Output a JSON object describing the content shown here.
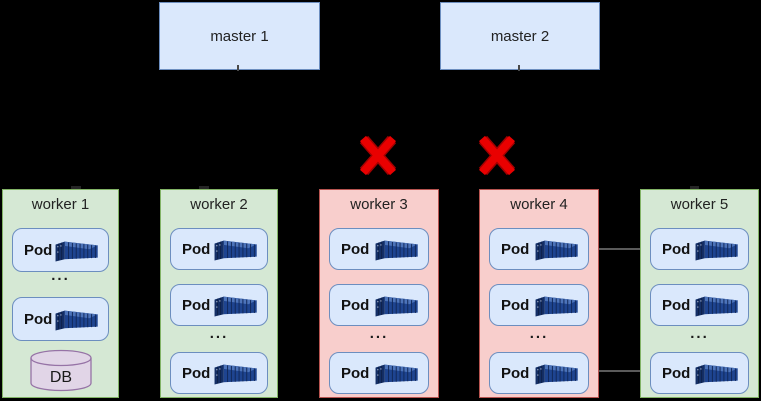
{
  "masters": [
    {
      "label": "master 1"
    },
    {
      "label": "master 2"
    }
  ],
  "ellipsis": "...",
  "workers": [
    {
      "label": "worker 1",
      "status": "healthy",
      "pods": [
        "Pod",
        "Pod"
      ],
      "db": "DB"
    },
    {
      "label": "worker 2",
      "status": "healthy",
      "pods": [
        "Pod",
        "Pod",
        "Pod"
      ]
    },
    {
      "label": "worker 3",
      "status": "failed",
      "pods": [
        "Pod",
        "Pod",
        "Pod"
      ]
    },
    {
      "label": "worker 4",
      "status": "failed",
      "pods": [
        "Pod",
        "Pod",
        "Pod"
      ]
    },
    {
      "label": "worker 5",
      "status": "healthy",
      "pods": [
        "Pod",
        "Pod",
        "Pod"
      ]
    }
  ],
  "icons": {
    "failure": "red-x-icon",
    "pod_runtime": "shipping-container-icon",
    "database": "database-cylinder-icon"
  },
  "colors": {
    "background": "#000000",
    "master_fill": "#dae8fc",
    "master_border": "#6c8ebf",
    "worker_healthy_fill": "#d5e8d4",
    "worker_healthy_border": "#82b366",
    "worker_failed_fill": "#f8cecc",
    "worker_failed_border": "#b85450",
    "pod_fill": "#dae8fc",
    "pod_border": "#6c8ebf",
    "db_fill": "#e1d5e7",
    "db_border": "#9673a6",
    "x_mark": "#e90000",
    "container_blue": "#1e4490"
  }
}
